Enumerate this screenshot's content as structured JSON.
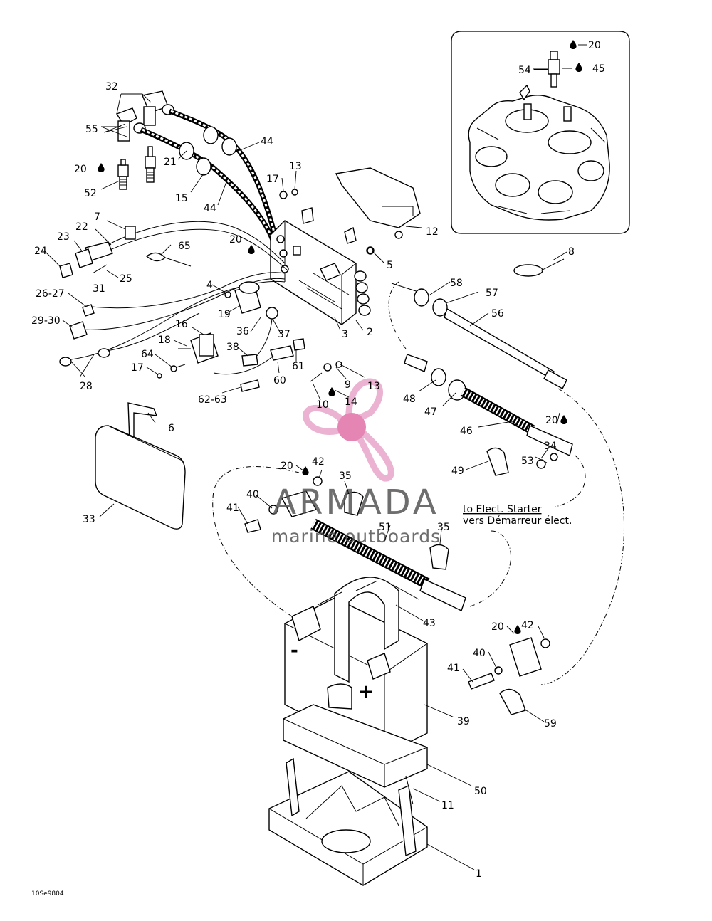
{
  "diagram_code": "10Se9804",
  "watermark": {
    "brand": "ARMADA",
    "tagline": "marine outboards",
    "color": "#e8a6c9",
    "hub_color": "#e070a8"
  },
  "notes": {
    "starter_en": "to Elect. Starter",
    "starter_fr": "vers Démarreur élect."
  },
  "polarity": {
    "negative": "-",
    "positive": "+"
  },
  "lubricant_icon": "oil-drop-icon",
  "callouts": [
    {
      "id": "c20a",
      "text": "20"
    },
    {
      "id": "c54",
      "text": "54"
    },
    {
      "id": "c45",
      "text": "45"
    },
    {
      "id": "c32",
      "text": "32"
    },
    {
      "id": "c55",
      "text": "55"
    },
    {
      "id": "c20b",
      "text": "20"
    },
    {
      "id": "c52",
      "text": "52"
    },
    {
      "id": "c21",
      "text": "21"
    },
    {
      "id": "c15",
      "text": "15"
    },
    {
      "id": "c44a",
      "text": "44"
    },
    {
      "id": "c44b",
      "text": "44"
    },
    {
      "id": "c17a",
      "text": "17"
    },
    {
      "id": "c13a",
      "text": "13"
    },
    {
      "id": "c12",
      "text": "12"
    },
    {
      "id": "c7",
      "text": "7"
    },
    {
      "id": "c22",
      "text": "22"
    },
    {
      "id": "c23",
      "text": "23"
    },
    {
      "id": "c20c",
      "text": "20"
    },
    {
      "id": "c65",
      "text": "65"
    },
    {
      "id": "c5",
      "text": "5"
    },
    {
      "id": "c8",
      "text": "8"
    },
    {
      "id": "c24",
      "text": "24"
    },
    {
      "id": "c25",
      "text": "25"
    },
    {
      "id": "c31",
      "text": "31"
    },
    {
      "id": "c4",
      "text": "4"
    },
    {
      "id": "c58",
      "text": "58"
    },
    {
      "id": "c57",
      "text": "57"
    },
    {
      "id": "c2627",
      "text": "26-27"
    },
    {
      "id": "c19",
      "text": "19"
    },
    {
      "id": "c3",
      "text": "3"
    },
    {
      "id": "c2",
      "text": "2"
    },
    {
      "id": "c56",
      "text": "56"
    },
    {
      "id": "c16",
      "text": "16"
    },
    {
      "id": "c2930",
      "text": "29-30"
    },
    {
      "id": "c36",
      "text": "36"
    },
    {
      "id": "c37",
      "text": "37"
    },
    {
      "id": "c18",
      "text": "18"
    },
    {
      "id": "c38",
      "text": "38"
    },
    {
      "id": "c64",
      "text": "64"
    },
    {
      "id": "c61",
      "text": "61"
    },
    {
      "id": "c17b",
      "text": "17"
    },
    {
      "id": "c28",
      "text": "28"
    },
    {
      "id": "c60",
      "text": "60"
    },
    {
      "id": "c9",
      "text": "9"
    },
    {
      "id": "c13b",
      "text": "13"
    },
    {
      "id": "c6263",
      "text": "62-63"
    },
    {
      "id": "c10",
      "text": "10"
    },
    {
      "id": "c14",
      "text": "14"
    },
    {
      "id": "c48",
      "text": "48"
    },
    {
      "id": "c47",
      "text": "47"
    },
    {
      "id": "c20d",
      "text": "20"
    },
    {
      "id": "c6",
      "text": "6"
    },
    {
      "id": "c46",
      "text": "46"
    },
    {
      "id": "c34",
      "text": "34"
    },
    {
      "id": "c53",
      "text": "53"
    },
    {
      "id": "c49",
      "text": "49"
    },
    {
      "id": "c20e",
      "text": "20"
    },
    {
      "id": "c42a",
      "text": "42"
    },
    {
      "id": "c35a",
      "text": "35"
    },
    {
      "id": "c40a",
      "text": "40"
    },
    {
      "id": "c41a",
      "text": "41"
    },
    {
      "id": "c33",
      "text": "33"
    },
    {
      "id": "c51",
      "text": "51"
    },
    {
      "id": "c35b",
      "text": "35"
    },
    {
      "id": "c43",
      "text": "43"
    },
    {
      "id": "c20f",
      "text": "20"
    },
    {
      "id": "c42b",
      "text": "42"
    },
    {
      "id": "c40b",
      "text": "40"
    },
    {
      "id": "c41b",
      "text": "41"
    },
    {
      "id": "c39",
      "text": "39"
    },
    {
      "id": "c59",
      "text": "59"
    },
    {
      "id": "c50",
      "text": "50"
    },
    {
      "id": "c11",
      "text": "11"
    },
    {
      "id": "c1",
      "text": "1"
    }
  ]
}
